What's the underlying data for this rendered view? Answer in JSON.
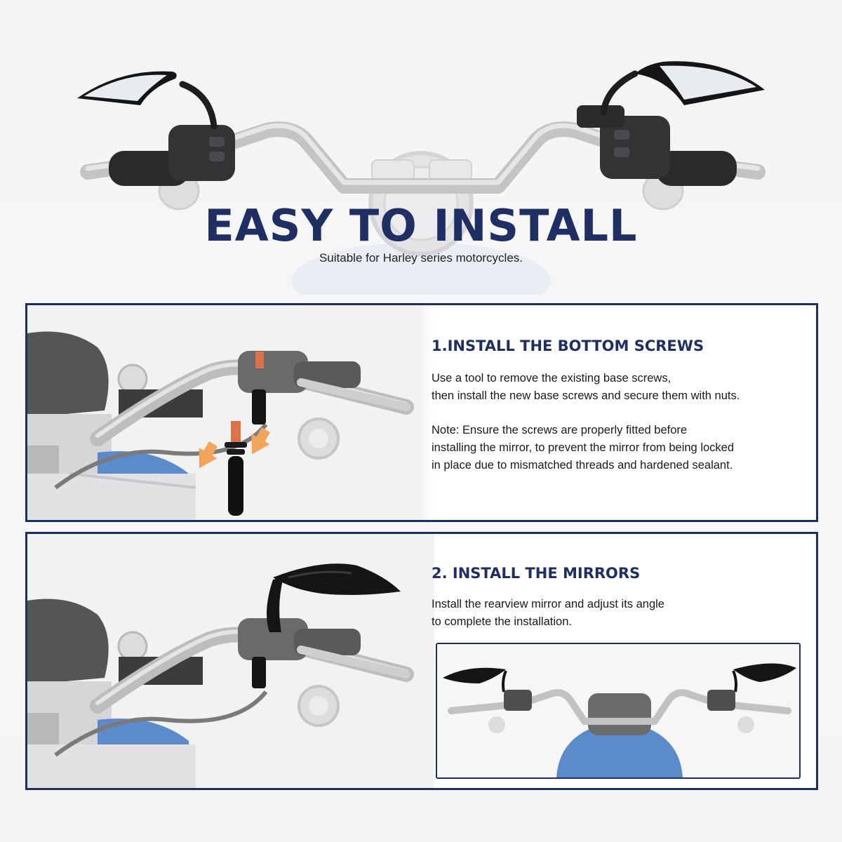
{
  "hero": {
    "title": "EASY TO INSTALL",
    "subtitle": "Suitable for Harley series motorcycles."
  },
  "steps": [
    {
      "title": "1.INSTALL THE BOTTOM SCREWS",
      "lines": [
        "Use a tool to remove the existing base screws,",
        "then install the new base screws and secure them with nuts."
      ],
      "note_lines": [
        "Note: Ensure the screws are properly fitted before",
        "installing the mirror, to prevent the mirror from being locked",
        "in place due to mismatched threads and hardened sealant."
      ]
    },
    {
      "title": "2. INSTALL THE MIRRORS",
      "lines": [
        "Install the rearview mirror and adjust its angle",
        "to complete the installation."
      ]
    }
  ],
  "colors": {
    "brand_navy": "#1f2f63",
    "arrow_orange": "#f2a55a",
    "tank_blue": "#4f7fc4"
  }
}
